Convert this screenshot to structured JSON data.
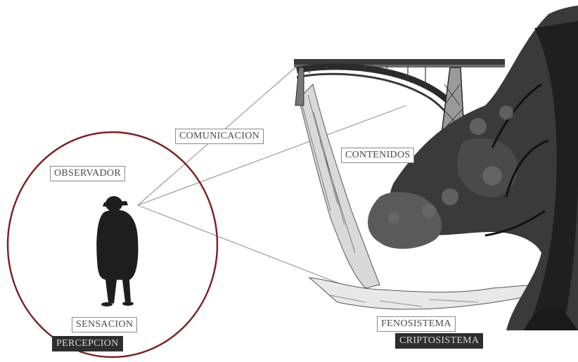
{
  "labels": {
    "comunicacion": "COMUNICACION",
    "contenidos": "CONTENIDOS",
    "observador": "OBSERVADOR",
    "sensacion": "SENSACION",
    "percepcion": "PERCEPCION",
    "fenosistema": "FENOSISTEMA",
    "criptosistema": "CRIPTOSISTEMA"
  },
  "colors": {
    "circle": "#7a1e1e",
    "ink": "#2b2b2b",
    "label_border": "#8a8a8a",
    "dark_label_bg": "#2e2e2e"
  },
  "icons": [
    "observer-figure",
    "bridge-illustration",
    "tree-illustration",
    "rock-cliff-illustration"
  ]
}
